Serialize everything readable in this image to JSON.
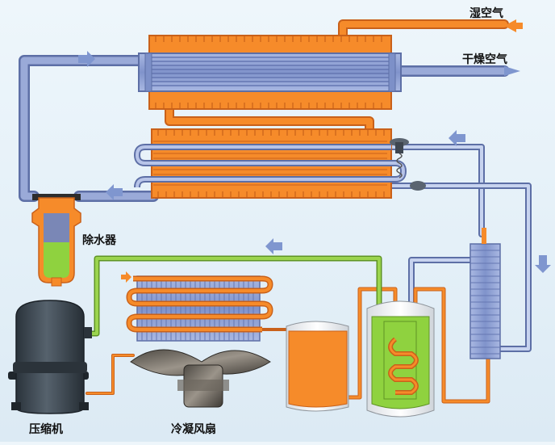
{
  "labels": {
    "humid_air": "湿空气",
    "dry_air": "干燥空气",
    "water_separator": "除水器",
    "compressor": "压缩机",
    "condenser_fan": "冷凝风扇"
  },
  "colors": {
    "air_pipe": "#8c9fd0",
    "air_pipe_edge": "#5d6fa6",
    "refrigerant_hot": "#f68b2a",
    "refrigerant_edge": "#c9611a",
    "liquid_line": "#86c340",
    "compressor_body": "#3b4650",
    "water": "#8fd23f",
    "flow_arrow": "#7f96cf"
  }
}
